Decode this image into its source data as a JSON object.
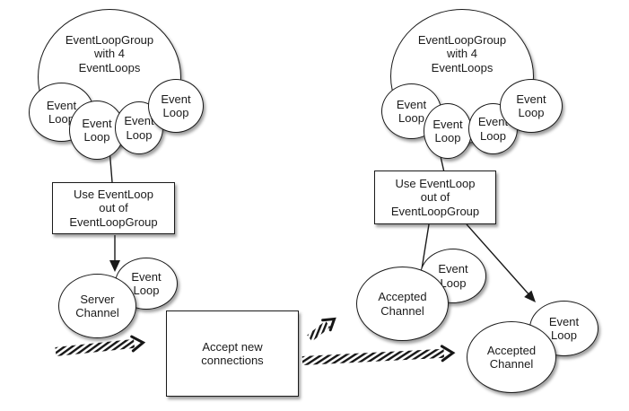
{
  "colors": {
    "background": "#ffffff",
    "node_fill": "#ffffff",
    "node_border": "#1a1a1a",
    "text": "#1b1b1b"
  },
  "nodes": {
    "event_loop_group": {
      "line1": "EventLoopGroup",
      "line2": "with 4",
      "line3": "EventLoops"
    },
    "event_loop": {
      "line1": "Event",
      "line2": "Loop"
    },
    "use_event_loop": {
      "line1": "Use EventLoop",
      "line2": "out of",
      "line3": "EventLoopGroup"
    },
    "server_channel": {
      "line1": "Server",
      "line2": "Channel"
    },
    "accepted_channel": {
      "line1": "Accepted",
      "line2": "Channel"
    },
    "accept_new_connections": {
      "line1": "Accept new",
      "line2": "connections"
    }
  }
}
